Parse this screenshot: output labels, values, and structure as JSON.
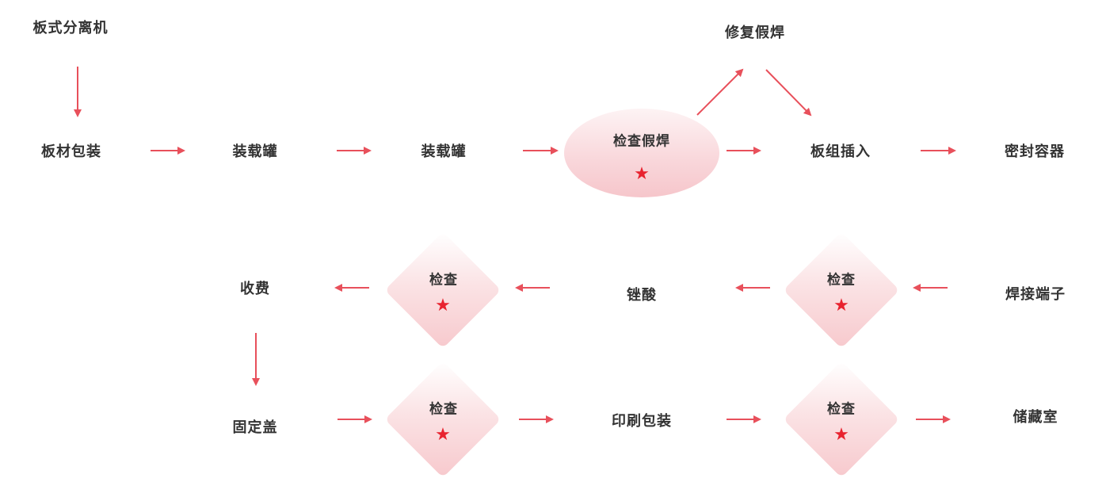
{
  "nodes": {
    "separator": "板式分离机",
    "plate_pack": "板材包装",
    "load_tank_1": "装载罐",
    "load_tank_2": "装载罐",
    "check_false_weld": "检查假焊",
    "repair_false_weld": "修复假焊",
    "plate_group_insert": "板组插入",
    "sealed_container": "密封容器",
    "weld_terminal": "焊接端子",
    "check_a": "检查",
    "acid_fill": "锉酸",
    "check_b": "检查",
    "charge": "收费",
    "fix_cover": "固定盖",
    "check_c": "检查",
    "print_pack": "印刷包装",
    "check_d": "检查",
    "storage": "储藏室"
  },
  "colors": {
    "arrow": "#e8505b",
    "star": "#e8232f",
    "shape_fill": "#f7c9cd"
  },
  "icons": {
    "star": "★"
  }
}
